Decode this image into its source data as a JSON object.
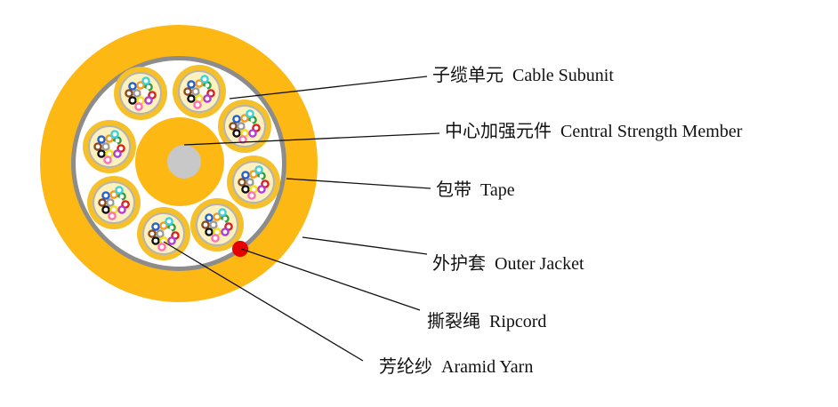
{
  "colors": {
    "jacket": "#FDB813",
    "tape": "#8C8C8C",
    "inner": "#FFFFFF",
    "strength_member": "#C8C8C8",
    "subunit_jacket": "#F6C02A",
    "subunit_ring": "#B4B4B4",
    "subunit_core": "#FFF1BE",
    "ripcord": "#E60000",
    "leader_line": "#111111"
  },
  "fiber_colors": [
    "#1F5FD6",
    "#F39A1E",
    "#2E9E3E",
    "#8B4A1E",
    "#9A9A9A",
    "#FFFFFF",
    "#E21B1B",
    "#111111",
    "#F2E21B",
    "#B23BD6",
    "#FF6FB5",
    "#39D3E0"
  ],
  "labels": [
    {
      "id": "cable_subunit",
      "zh": "子缆单元",
      "en": "Cable Subunit"
    },
    {
      "id": "central_strength_member",
      "zh": "中心加强元件",
      "en": "Central Strength Member"
    },
    {
      "id": "tape",
      "zh": "包带",
      "en": "Tape"
    },
    {
      "id": "outer_jacket",
      "zh": "外护套",
      "en": "Outer Jacket"
    },
    {
      "id": "ripcord",
      "zh": "撕裂绳",
      "en": "Ripcord"
    },
    {
      "id": "aramid_yarn",
      "zh": "芳纶纱",
      "en": "Aramid Yarn"
    }
  ]
}
